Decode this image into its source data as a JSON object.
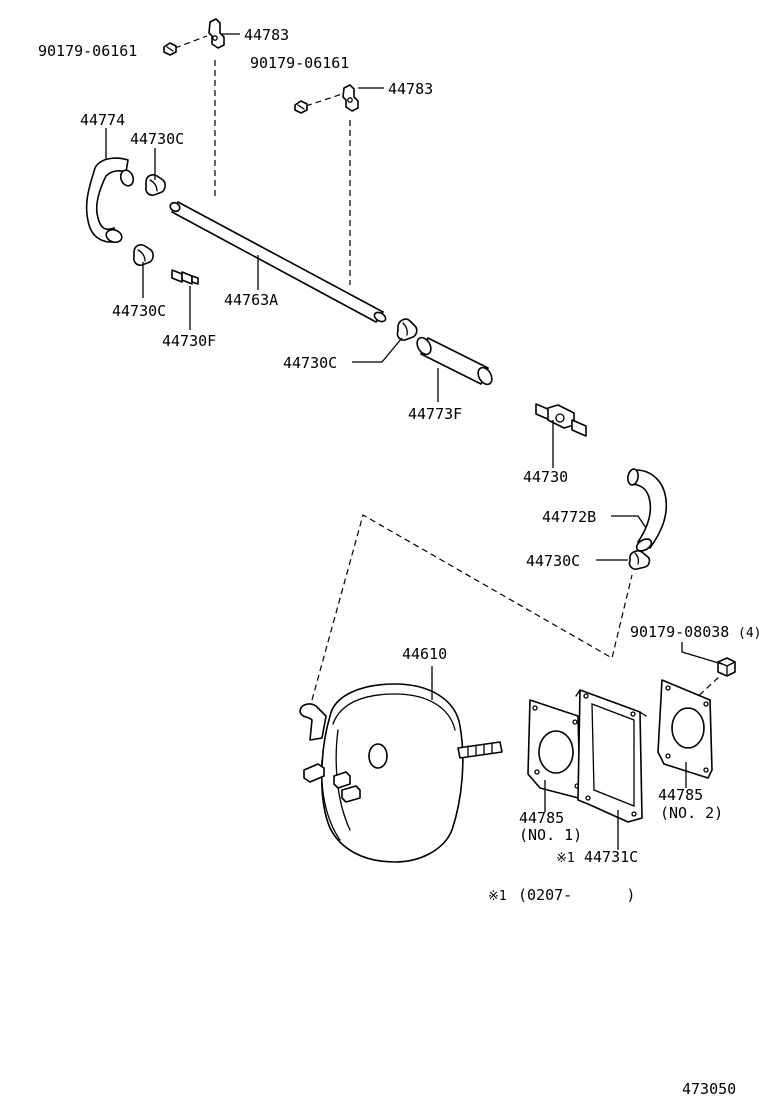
{
  "labels": {
    "bolt_1": "90179-06161",
    "clamp_bracket_1": "44783",
    "bolt_2": "90179-06161",
    "clamp_bracket_2": "44783",
    "hose_44774": "44774",
    "clip_upper": "44730C",
    "clip_lower": "44730C",
    "valve_small": "44730F",
    "tube_44763a": "44763A",
    "clip_mid": "44730C",
    "hose_44773f": "44773F",
    "check_valve": "44730",
    "hose_44772b": "44772B",
    "clip_right": "44730C",
    "nut": "90179-08038",
    "nut_qty": "(4)",
    "booster": "44610",
    "gasket_1": "44785",
    "gasket_1_note": "(NO. 1)",
    "gasket_2": "44785",
    "gasket_2_note": "(NO. 2)",
    "spacer_mark": "※1",
    "spacer": "44731C",
    "footnote_mark": "※1",
    "footnote": "(0207-      )",
    "diagram_number": "473050"
  }
}
